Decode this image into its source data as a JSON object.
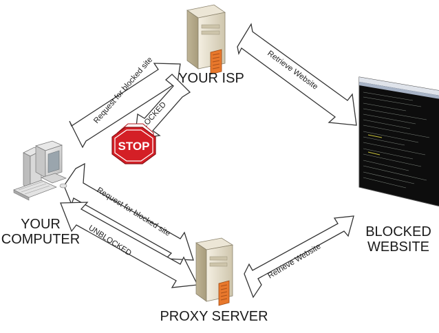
{
  "nodes": {
    "isp": "YOUR ISP",
    "computer_line1": "YOUR",
    "computer_line2": "COMPUTER",
    "proxy": "PROXY SERVER",
    "blocked_line1": "BLOCKED",
    "blocked_line2": "WEBSITE"
  },
  "arrows": {
    "request_to_isp": "Request for blocked site",
    "blocked_reply": "BLOCKED",
    "isp_retrieve": "Retrieve Website",
    "request_to_proxy": "Request for blocked site",
    "unblocked_reply": "UNBLOCKED",
    "proxy_retrieve": "Retrieve Website"
  },
  "stop_sign": "STOP",
  "colors": {
    "stop_red": "#d41f26",
    "server_body": "#e4dcc8",
    "server_orange": "#e8782c",
    "screen_dark": "#0d0d0d"
  }
}
